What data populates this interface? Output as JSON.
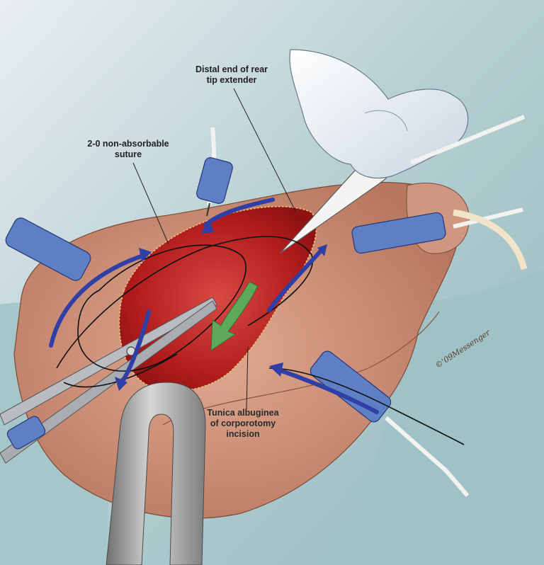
{
  "labels": {
    "distal_line1": "Distal end of rear",
    "distal_line2": "tip extender",
    "suture_line1": "2-0 non-absorbable",
    "suture_line2": "suture",
    "tunica_line1": "Tunica albuginea",
    "tunica_line2": "of corporotomy",
    "tunica_line3": "incision"
  },
  "signature": "©'09Messenger",
  "colors": {
    "drape": "#aac9cc",
    "skin": "#c98e78",
    "tissue": "#b81e1e",
    "clamp_blue": "#5d7fc4",
    "arrow_blue": "#2f3fa6",
    "arrow_green": "#5ea85a",
    "retractor": "#8c8c8c"
  }
}
